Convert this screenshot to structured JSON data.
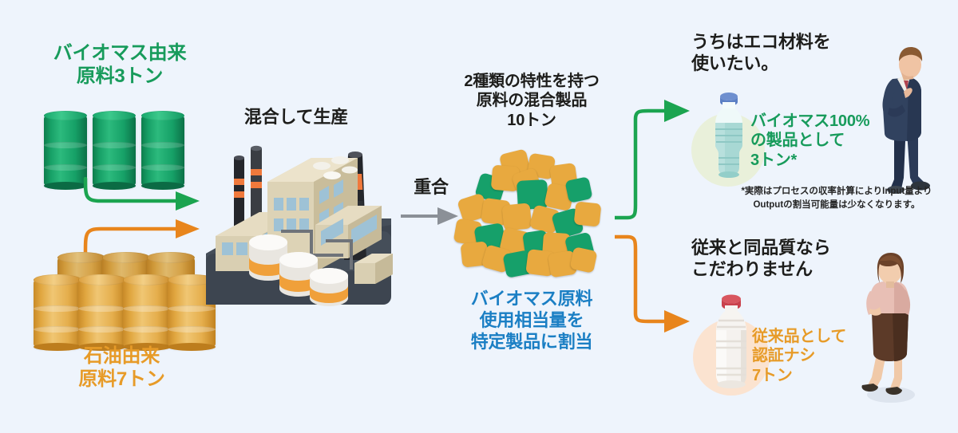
{
  "background_color": "#eef4fc",
  "colors": {
    "biomass_green": "#179b5b",
    "petro_orange": "#e79b28",
    "accent_blue": "#1b7fc4",
    "dark": "#1d1d1b",
    "gray_arrow": "#8b9097"
  },
  "inputs": {
    "biomass": {
      "label": "バイオマス由来\n原料3トン",
      "drum_count": 3,
      "drum_color": "#16a06a",
      "arrow_color": "#179b5b"
    },
    "petroleum": {
      "label": "石油由来\n原料7トン",
      "drum_count": 7,
      "drum_color": "#e8a93f",
      "arrow_color": "#e8851c"
    }
  },
  "factory": {
    "label": "混合して生産",
    "icon": "factory-icon"
  },
  "polymerization": {
    "label": "重合",
    "arrow_color": "#8b9097"
  },
  "mixture": {
    "label": "2種類の特性を持つ\n原料の混合製品\n10トン",
    "allocation_note": "バイオマス原料\n使用相当量を\n特定製品に割当",
    "pellet_colors": [
      "#e8a93f",
      "#16a06a"
    ]
  },
  "outputs": {
    "eco": {
      "quote": "うちはエコ材料を\n使いたい。",
      "result_label": "バイオマス100%\nの製品として\n3トン*",
      "bottle": "blue-pet-bottle-icon",
      "bottle_cap_color": "#5b7fc4",
      "bottle_body_color": "#a8d8d4",
      "halo_color": "#e8f0dc",
      "person": "businessman-thinking-figure",
      "arrow_color": "#1ba450",
      "footnote": "*実際はプロセスの収率計算によりInput量より\nOutputの割当可能量は少なくなります。"
    },
    "conventional": {
      "quote": "従来と同品質なら\nこだわりません",
      "result_label": "従来品として\n認証ナシ\n7トン",
      "bottle": "white-bottle-icon",
      "bottle_cap_color": "#c9414c",
      "bottle_body_color": "#f5f2ef",
      "halo_color": "#fbe2cf",
      "person": "businesswoman-figure",
      "arrow_color": "#e8851c"
    }
  }
}
